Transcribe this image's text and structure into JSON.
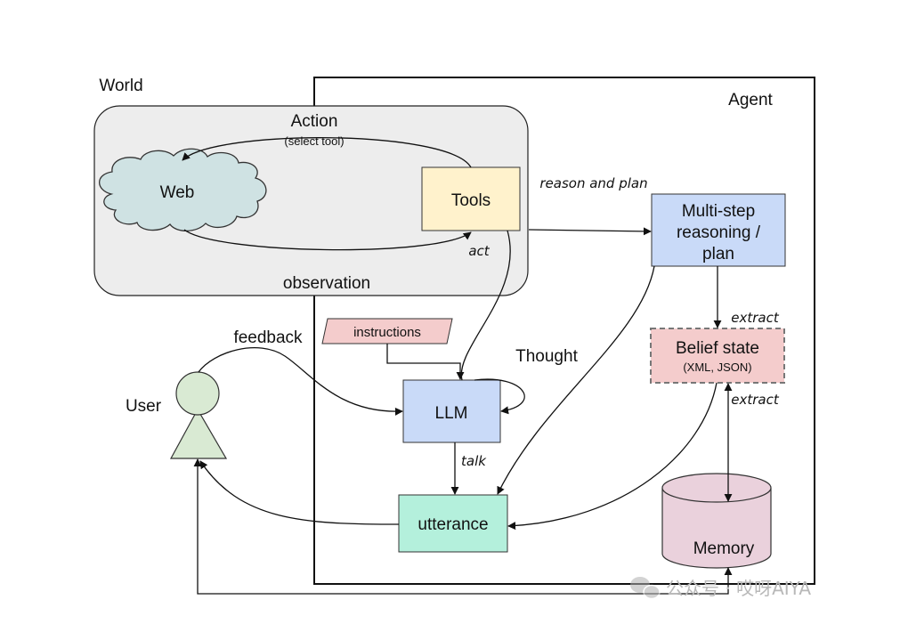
{
  "labels": {
    "world": "World",
    "agent": "Agent",
    "user": "User",
    "thought": "Thought",
    "action": "Action",
    "select_tool": "(select tool)",
    "observation": "observation",
    "feedback": "feedback"
  },
  "nodes": {
    "web": "Web",
    "tools": "Tools",
    "multistep": [
      "Multi-step",
      "reasoning /",
      "plan"
    ],
    "belief": "Belief state",
    "belief_sub": "(XML, JSON)",
    "instructions": "instructions",
    "llm": "LLM",
    "utterance": "utterance",
    "memory": "Memory"
  },
  "edges": {
    "act": "act",
    "reason_and_plan": "reason and plan",
    "extract_1": "extract",
    "extract_2": "extract",
    "talk": "talk"
  },
  "watermark": "公众号 · 哎呀AIYA",
  "colors": {
    "world_box": "#ededed",
    "web_cloud": "#cfe2e3",
    "tools": "#fff2cc",
    "multistep": "#c9daf8",
    "belief": "#f4cccc",
    "instructions": "#f4cccc",
    "llm": "#c9daf8",
    "utterance": "#b4f0dc",
    "memory": "#ead1dc",
    "user": "#d9ead3"
  }
}
